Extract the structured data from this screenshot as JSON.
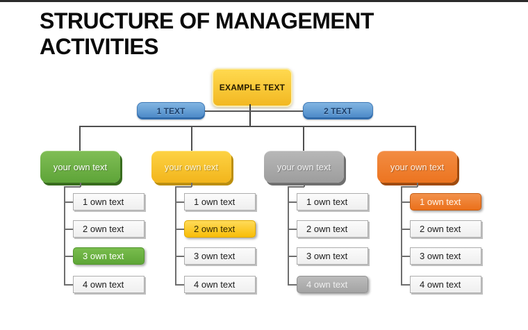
{
  "title": "STRUCTURE OF MANAGEMENT ACTIVITIES",
  "diagram": {
    "root": {
      "label": "EXAMPLE TEXT",
      "color": "#F2B822"
    },
    "level1": [
      {
        "label": "1 TEXT",
        "color": "#4886C6"
      },
      {
        "label": "2 TEXT",
        "color": "#4886C6"
      }
    ],
    "branches": [
      {
        "label": "your own text",
        "theme": "green",
        "accent": "#5EA438",
        "children": [
          {
            "label": "1 own text",
            "highlighted": false
          },
          {
            "label": "2 own text",
            "highlighted": false
          },
          {
            "label": "3 own text",
            "highlighted": true
          },
          {
            "label": "4 own text",
            "highlighted": false
          }
        ]
      },
      {
        "label": "your own text",
        "theme": "yellow",
        "accent": "#F2B51C",
        "children": [
          {
            "label": "1 own text",
            "highlighted": false
          },
          {
            "label": "2 own text",
            "highlighted": true
          },
          {
            "label": "3 own text",
            "highlighted": false
          },
          {
            "label": "4 own text",
            "highlighted": false
          }
        ]
      },
      {
        "label": "your own text",
        "theme": "gray",
        "accent": "#A6A6A6",
        "children": [
          {
            "label": "1 own text",
            "highlighted": false
          },
          {
            "label": "2 own text",
            "highlighted": false
          },
          {
            "label": "3 own text",
            "highlighted": false
          },
          {
            "label": "4 own text",
            "highlighted": true
          }
        ]
      },
      {
        "label": "your own text",
        "theme": "orange",
        "accent": "#EC7420",
        "children": [
          {
            "label": "1 own text",
            "highlighted": true
          },
          {
            "label": "2 own text",
            "highlighted": false
          },
          {
            "label": "3 own text",
            "highlighted": false
          },
          {
            "label": "4 own text",
            "highlighted": false
          }
        ]
      }
    ],
    "connector_color": "#565656"
  }
}
